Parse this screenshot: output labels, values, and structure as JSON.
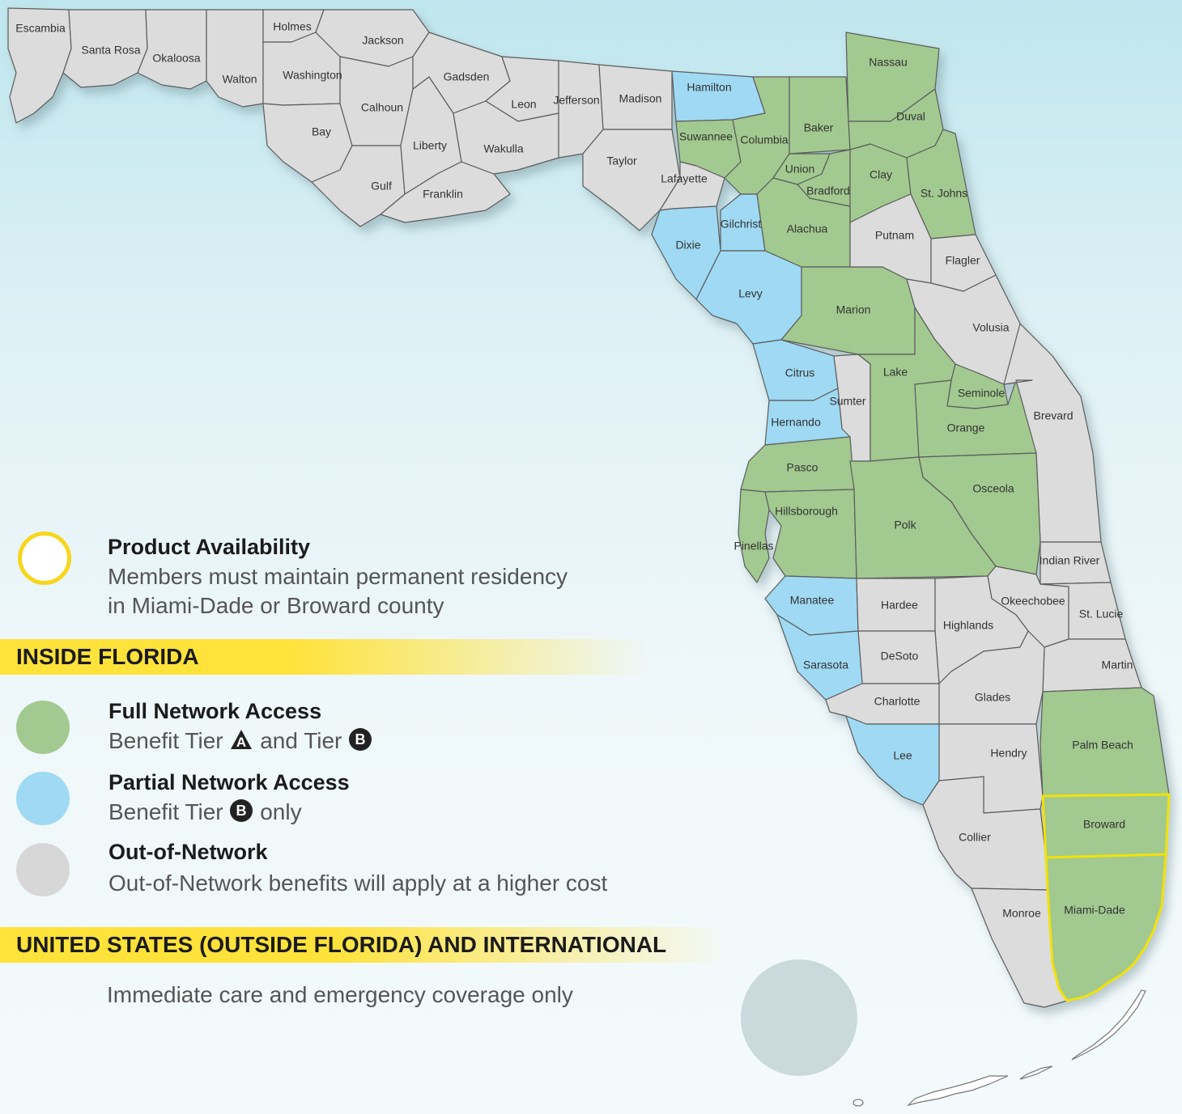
{
  "colors": {
    "full_network": "#a2c98f",
    "partial_network": "#9fd9f3",
    "out_of_network": "#dcdcdc",
    "availability_ring": "#f7d61c",
    "highlight_bar": "#ffe23a",
    "decorative_circle": "#c9d9dc"
  },
  "counties": [
    {
      "name": "Escambia",
      "status": "out"
    },
    {
      "name": "Santa Rosa",
      "status": "out"
    },
    {
      "name": "Okaloosa",
      "status": "out"
    },
    {
      "name": "Walton",
      "status": "out"
    },
    {
      "name": "Holmes",
      "status": "out"
    },
    {
      "name": "Washington",
      "status": "out"
    },
    {
      "name": "Jackson",
      "status": "out"
    },
    {
      "name": "Bay",
      "status": "out"
    },
    {
      "name": "Calhoun",
      "status": "out"
    },
    {
      "name": "Gulf",
      "status": "out"
    },
    {
      "name": "Liberty",
      "status": "out"
    },
    {
      "name": "Franklin",
      "status": "out"
    },
    {
      "name": "Gadsden",
      "status": "out"
    },
    {
      "name": "Leon",
      "status": "out"
    },
    {
      "name": "Wakulla",
      "status": "out"
    },
    {
      "name": "Jefferson",
      "status": "out"
    },
    {
      "name": "Madison",
      "status": "out"
    },
    {
      "name": "Taylor",
      "status": "out"
    },
    {
      "name": "Hamilton",
      "status": "partial"
    },
    {
      "name": "Suwannee",
      "status": "full"
    },
    {
      "name": "Lafayette",
      "status": "out"
    },
    {
      "name": "Columbia",
      "status": "full"
    },
    {
      "name": "Baker",
      "status": "full"
    },
    {
      "name": "Nassau",
      "status": "full"
    },
    {
      "name": "Duval",
      "status": "full"
    },
    {
      "name": "Union",
      "status": "full"
    },
    {
      "name": "Bradford",
      "status": "full"
    },
    {
      "name": "Clay",
      "status": "full"
    },
    {
      "name": "St. Johns",
      "status": "full"
    },
    {
      "name": "Gilchrist",
      "status": "partial"
    },
    {
      "name": "Alachua",
      "status": "full"
    },
    {
      "name": "Dixie",
      "status": "partial"
    },
    {
      "name": "Putnam",
      "status": "out"
    },
    {
      "name": "Flagler",
      "status": "out"
    },
    {
      "name": "Levy",
      "status": "partial"
    },
    {
      "name": "Marion",
      "status": "full"
    },
    {
      "name": "Volusia",
      "status": "out"
    },
    {
      "name": "Citrus",
      "status": "partial"
    },
    {
      "name": "Sumter",
      "status": "out"
    },
    {
      "name": "Lake",
      "status": "full"
    },
    {
      "name": "Seminole",
      "status": "full"
    },
    {
      "name": "Hernando",
      "status": "partial"
    },
    {
      "name": "Orange",
      "status": "full"
    },
    {
      "name": "Brevard",
      "status": "out"
    },
    {
      "name": "Pasco",
      "status": "full"
    },
    {
      "name": "Osceola",
      "status": "full"
    },
    {
      "name": "Hillsborough",
      "status": "full"
    },
    {
      "name": "Polk",
      "status": "full"
    },
    {
      "name": "Pinellas",
      "status": "full"
    },
    {
      "name": "Indian River",
      "status": "out"
    },
    {
      "name": "Manatee",
      "status": "partial"
    },
    {
      "name": "Hardee",
      "status": "out"
    },
    {
      "name": "Okeechobee",
      "status": "out"
    },
    {
      "name": "Highlands",
      "status": "out"
    },
    {
      "name": "St. Lucie",
      "status": "out"
    },
    {
      "name": "DeSoto",
      "status": "out"
    },
    {
      "name": "Sarasota",
      "status": "partial"
    },
    {
      "name": "Martin",
      "status": "out"
    },
    {
      "name": "Charlotte",
      "status": "out"
    },
    {
      "name": "Glades",
      "status": "out"
    },
    {
      "name": "Palm Beach",
      "status": "full"
    },
    {
      "name": "Lee",
      "status": "partial"
    },
    {
      "name": "Hendry",
      "status": "out"
    },
    {
      "name": "Broward",
      "status": "full"
    },
    {
      "name": "Collier",
      "status": "out"
    },
    {
      "name": "Monroe",
      "status": "out"
    },
    {
      "name": "Miami-Dade",
      "status": "full"
    }
  ],
  "legend": {
    "product_availability": {
      "title": "Product Availability",
      "line1": "Members must maintain permanent residency",
      "line2": "in Miami-Dade or Broward county"
    },
    "inside_florida": "INSIDE FLORIDA",
    "full": {
      "title": "Full Network Access",
      "text_a": "Benefit Tier",
      "tier_a": "A",
      "text_b": "and Tier",
      "tier_b": "B"
    },
    "partial": {
      "title": "Partial Network Access",
      "text_a": "Benefit Tier",
      "tier_b": "B",
      "text_b": "only"
    },
    "out": {
      "title": "Out-of-Network",
      "text": "Out-of-Network benefits will apply at a higher cost"
    },
    "outside_florida": "UNITED STATES (OUTSIDE FLORIDA) AND INTERNATIONAL",
    "outside_text": "Immediate care and emergency coverage only"
  }
}
